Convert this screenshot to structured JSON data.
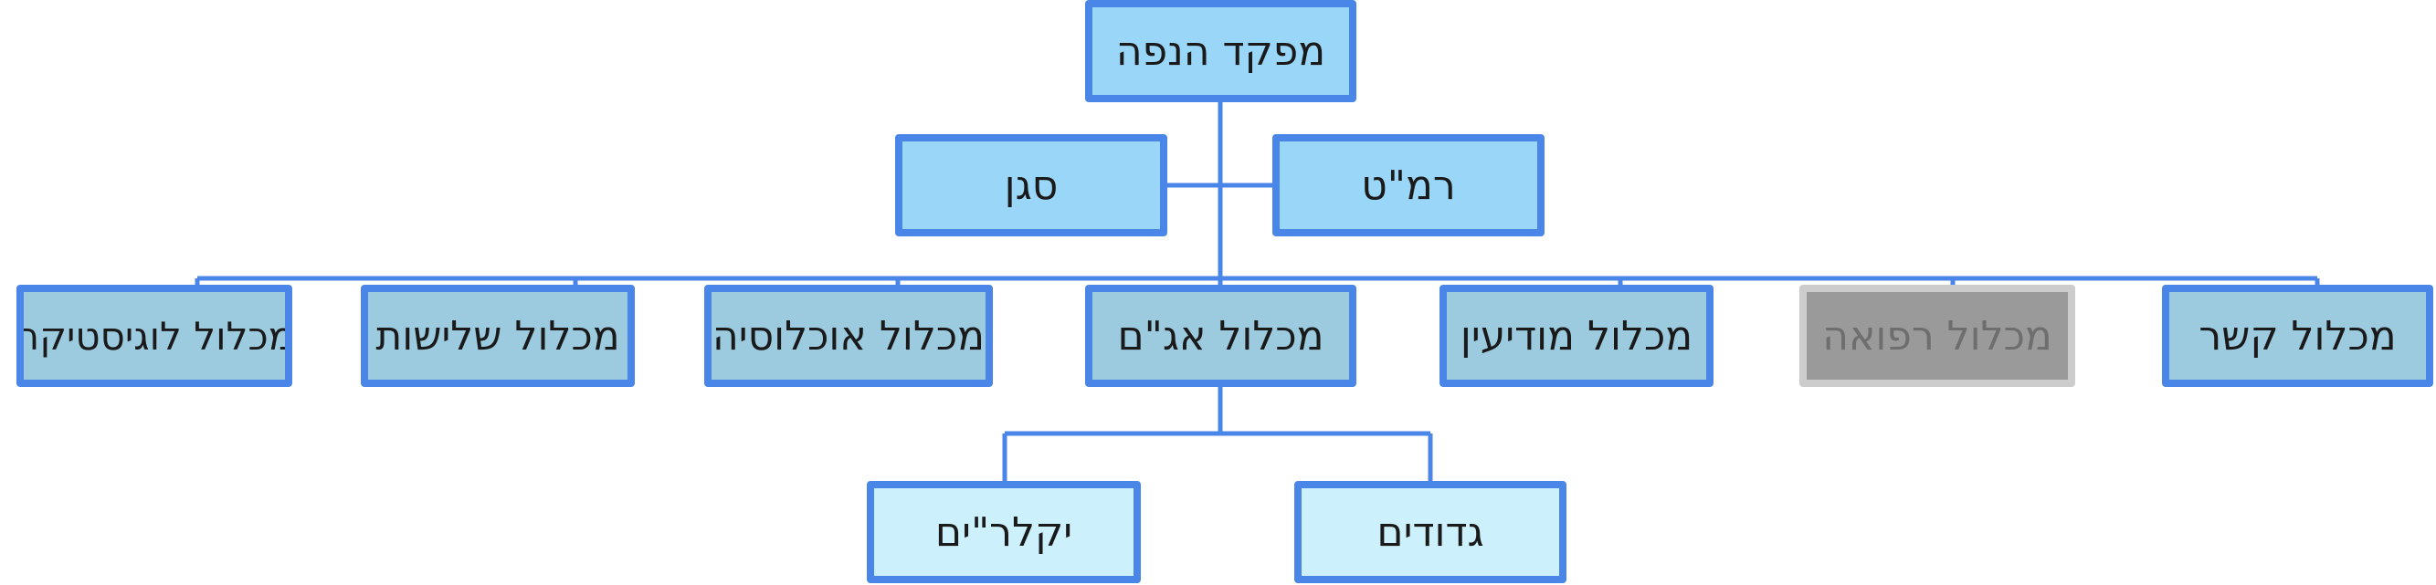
{
  "colors": {
    "connector": "#4a86e8",
    "top_fill": "#99d6f7",
    "division_fill": "#9ccbe0",
    "sub_fill": "#ccf0fc",
    "disabled_fill": "#9a9a9a",
    "disabled_border": "#cccccc"
  },
  "nodes": {
    "commander": "מפקד הנפה",
    "deputy": "סגן",
    "chief_of_staff": "רמ\"ט",
    "logistics": "מכלול לוגיסטיקה",
    "third_party": "מכלול שלישות",
    "population": "מכלול אוכלוסיה",
    "operations": "מכלול אג\"ם",
    "intelligence": "מכלול מודיעין",
    "medical": "מכלול רפואה",
    "communications": "מכלול קשר",
    "reserve_units": "יקלר\"ים",
    "battalions": "גדודים"
  }
}
